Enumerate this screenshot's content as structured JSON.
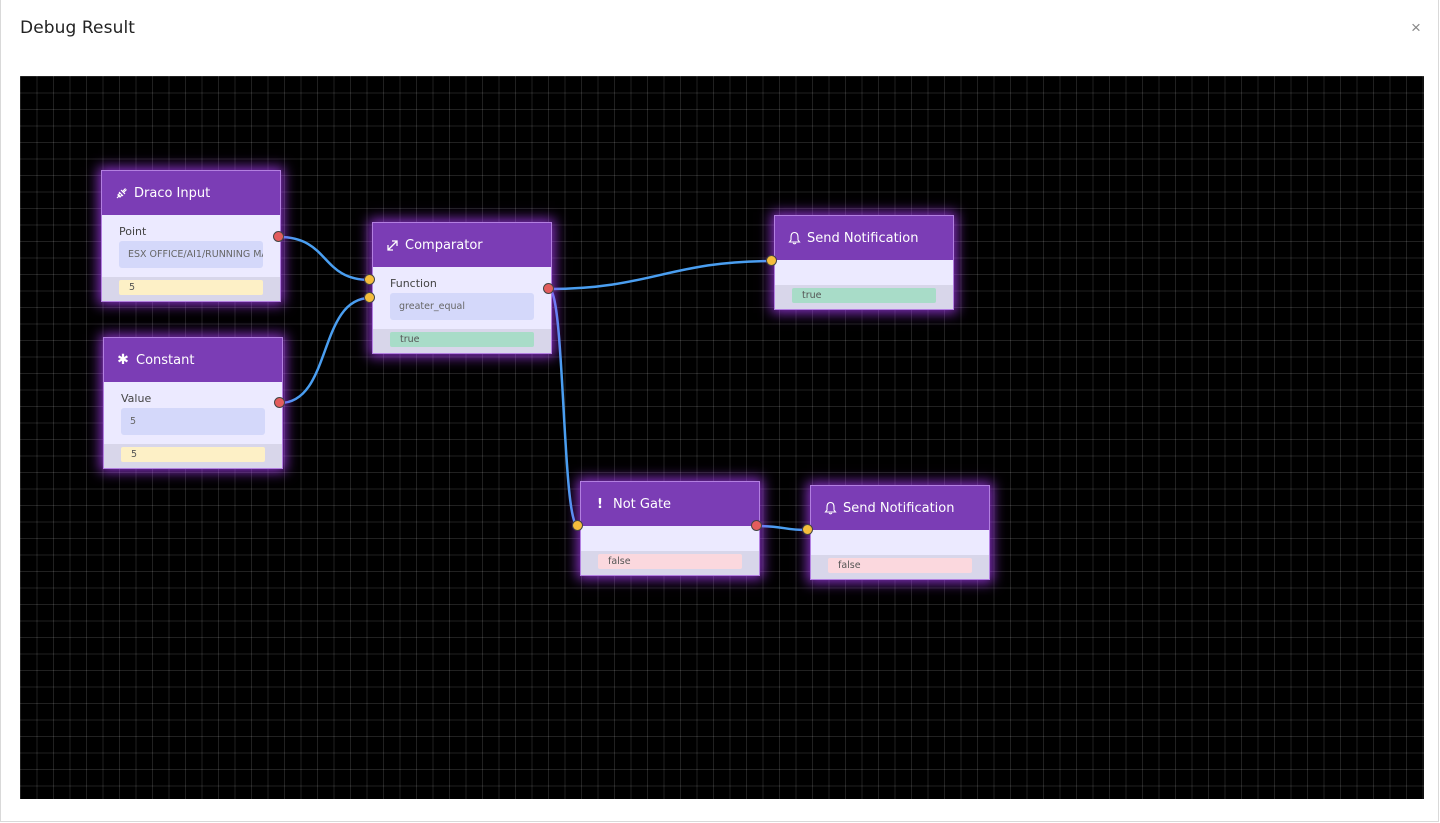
{
  "dialog": {
    "title": "Debug Result",
    "close_glyph": "×"
  },
  "nodes": {
    "draco_input": {
      "title": "Draco Input",
      "icon": "plug-icon",
      "field_label": "Point",
      "field_value": "ESX OFFICE/AI1/RUNNING MA",
      "output": "5"
    },
    "constant": {
      "title": "Constant",
      "icon": "asterisk-icon",
      "field_label": "Value",
      "field_value": "5",
      "output": "5"
    },
    "comparator": {
      "title": "Comparator",
      "icon": "diagonal-arrows-icon",
      "field_label": "Function",
      "field_value": "greater_equal",
      "output": "true"
    },
    "notify_1": {
      "title": "Send Notification",
      "icon": "bell-icon",
      "output": "true"
    },
    "not_gate": {
      "title": "Not Gate",
      "icon": "exclamation-icon",
      "output": "false"
    },
    "notify_2": {
      "title": "Send Notification",
      "icon": "bell-icon",
      "output": "false"
    }
  },
  "colors": {
    "header": "#7b3db5",
    "wire": "#4a9ef0",
    "port_out": "#e35d5d",
    "port_in": "#f5bd3c",
    "value_true": "#a8dcc8",
    "value_false": "#fbd8de",
    "value_number": "#fdf0c6"
  }
}
